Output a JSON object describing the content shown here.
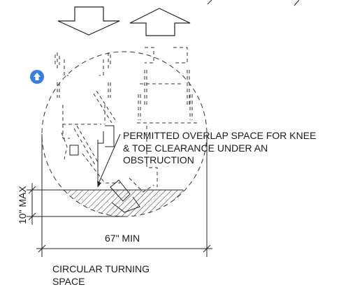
{
  "annotation": {
    "overlap_line1": "PERMITTED OVERLAP SPACE FOR KNEE",
    "overlap_line2": "& TOE CLEARANCE UNDER AN",
    "overlap_line3": "OBSTRUCTION"
  },
  "dimensions": {
    "width_label": "67\"  MIN",
    "height_label": "10\" MAX"
  },
  "caption": {
    "line1": "CIRCULAR TURNING",
    "line2": "SPACE"
  },
  "icons": {
    "badge": "up-arrow-icon",
    "arrow_left": "down-arrow-icon",
    "arrow_right": "up-arrow-icon"
  },
  "colors": {
    "badge": "#3b7ddd",
    "line": "#222222"
  }
}
